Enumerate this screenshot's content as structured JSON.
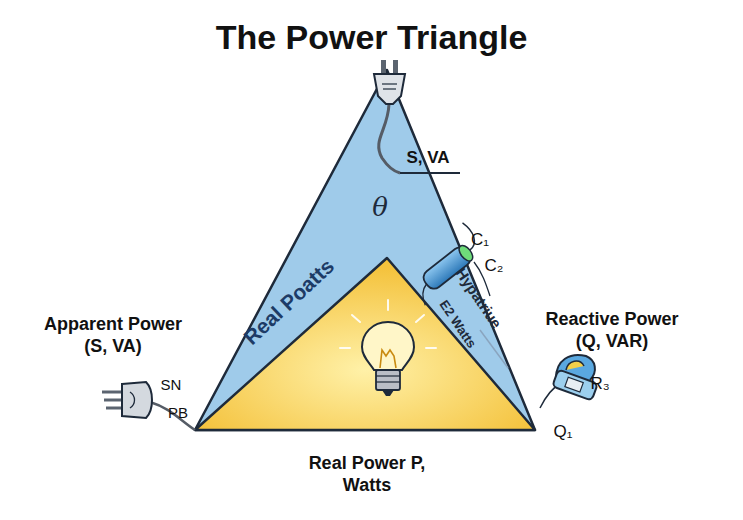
{
  "diagram": {
    "title": "The Power Triangle",
    "nodes": [
      {
        "text": [
          "θ",
          "Real Poatts"
        ]
      }
    ],
    "labels": [
      "S, VA",
      "C₁",
      "C₂",
      "Hypatriue",
      "E2 Watts",
      "Apparent Power (S, VA)",
      "Reactive Power (Q, VAR)",
      "SN",
      "PB",
      "R₃",
      "Q₁",
      "Real Power P, Watts"
    ]
  }
}
